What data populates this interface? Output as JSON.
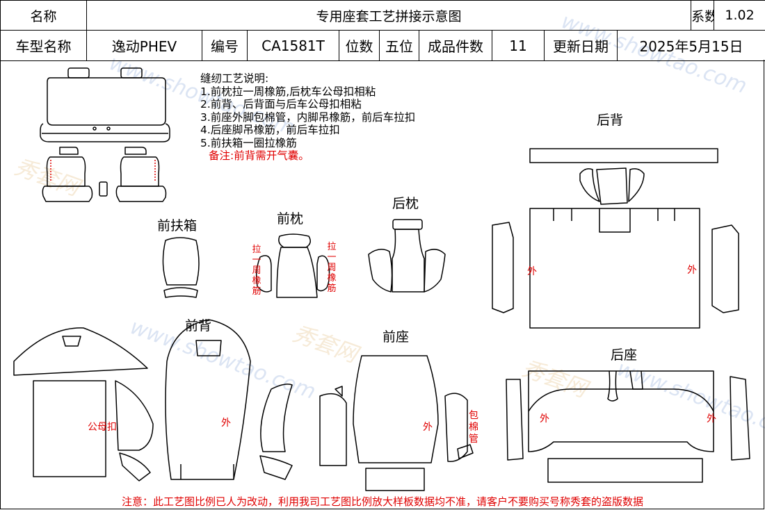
{
  "header": {
    "name_label": "名称",
    "title": "专用座套工艺拼接示意图",
    "coef_label": "系数",
    "coef_value": "1.02",
    "model_label": "车型名称",
    "model_value": "逸动PHEV",
    "code_label": "编号",
    "code_value": "CA1581T",
    "seats_label": "位数",
    "seats_value": "五位",
    "pieces_label": "成品件数",
    "pieces_value": "11",
    "date_label": "更新日期",
    "date_value": "2025年5月15日"
  },
  "notes": {
    "heading": "缝纫工艺说明:",
    "items": [
      "1.前枕拉一周橡筋,后枕车公母扣相粘",
      "2.前背、后背面与后车公母扣相粘",
      "3.前座外脚包棉管，内脚吊橡筋，前后车拉扣",
      "4.后座脚吊橡筋，前后车拉扣",
      "5.前扶箱一圈拉橡筋"
    ],
    "remark": "备注:前背需开气囊。"
  },
  "sections": {
    "front_armrest": "前扶箱",
    "front_headrest": "前枕",
    "rear_headrest": "后枕",
    "rear_back": "后背",
    "front_back": "前背",
    "front_seat": "前座",
    "rear_seat": "后座"
  },
  "annotations": {
    "pull_loop": "拉一周橡筋",
    "outer": "外",
    "snap": "公母扣",
    "cotton_tube": "包棉管"
  },
  "watermark": {
    "url": "www.showtao.com",
    "brand": "秀套网"
  },
  "footer": "注意：此工艺图比例已人为改动，利用我司工艺图比例放大样板数据均不准，请客户不要购买号称秀套的盗版数据"
}
